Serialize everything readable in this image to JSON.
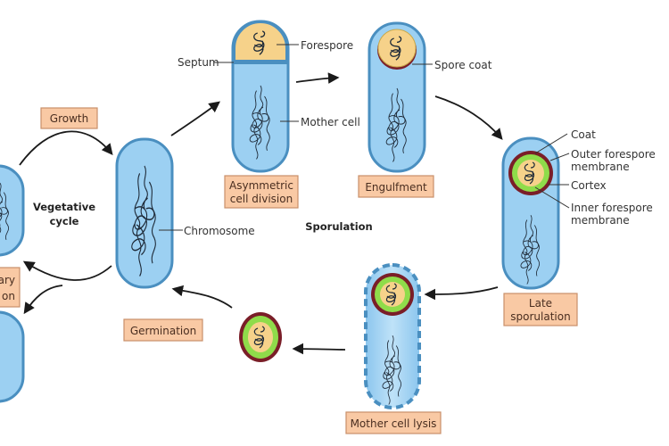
{
  "title": "Bacterial life cycle: vegetative cycle and sporulation",
  "colors": {
    "cell_fill": "#9cd0f2",
    "cell_border": "#4a8fc0",
    "forespore": "#f6d28a",
    "cortex": "#8fdc4a",
    "coat": "#7a1e28",
    "stage_box": "#f9c9a4",
    "arrow": "#1a1a1a"
  },
  "cycles": {
    "vegetative": "Vegetative\ncycle",
    "vegetative_line1": "Vegetative",
    "vegetative_line2": "cycle",
    "sporulation": "Sporulation"
  },
  "stages": {
    "growth": "Growth",
    "binary_fission_line1": "ary",
    "binary_fission_line2": "on",
    "asymmetric_line1": "Asymmetric",
    "asymmetric_line2": "cell division",
    "engulfment": "Engulfment",
    "late_line1": "Late",
    "late_line2": "sporulation",
    "lysis": "Mother cell lysis",
    "germination": "Germination"
  },
  "labels": {
    "chromosome": "Chromosome",
    "septum": "Septum",
    "forespore": "Forespore",
    "mother_cell": "Mother cell",
    "spore_coat": "Spore coat",
    "coat": "Coat",
    "outer_membrane_line1": "Outer forespore",
    "outer_membrane_line2": "membrane",
    "cortex": "Cortex",
    "inner_membrane_line1": "Inner forespore",
    "inner_membrane_line2": "membrane"
  }
}
